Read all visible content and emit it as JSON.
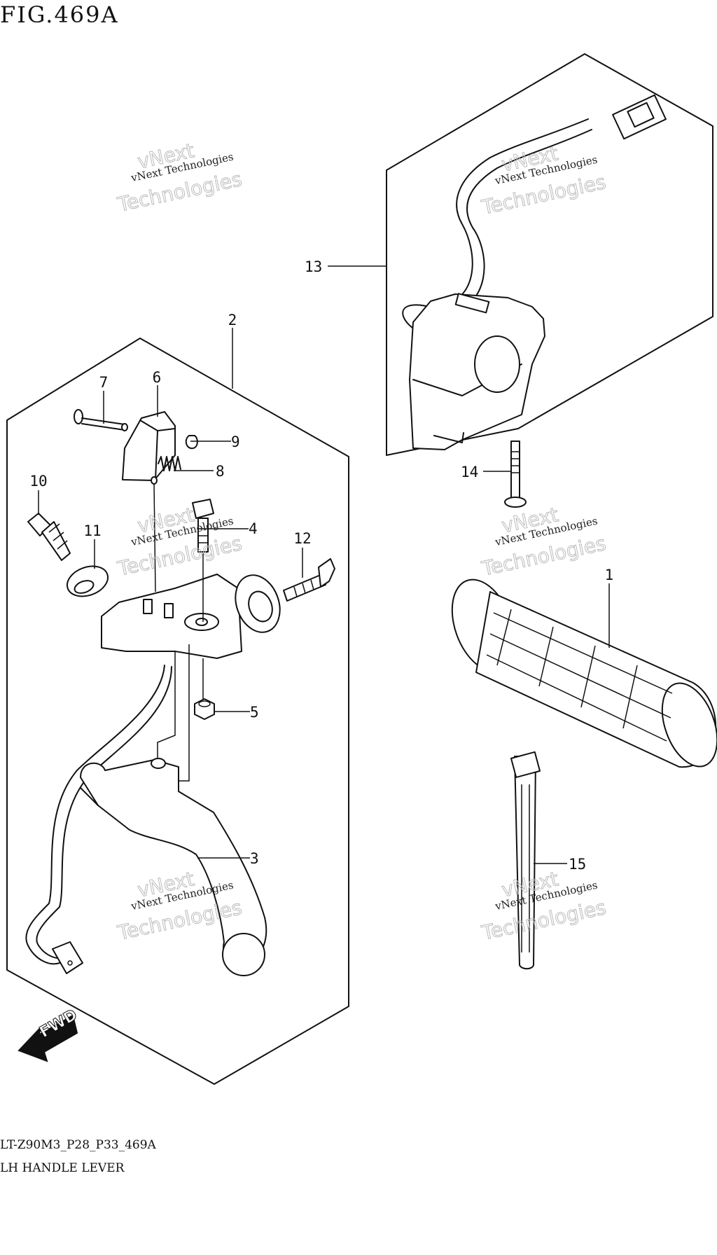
{
  "figure": {
    "title": "FIG.469A",
    "code": "LT-Z90M3_P28_P33_469A",
    "name": "LH HANDLE LEVER"
  },
  "direction_arrow": {
    "label": "FWD",
    "icon": "fwd-arrow-icon"
  },
  "watermark": {
    "line1": "vNext Technologies",
    "line2": "Technologies",
    "line3": "vNext"
  },
  "callouts": {
    "p1": "1",
    "p2": "2",
    "p3": "3",
    "p4": "4",
    "p5": "5",
    "p6": "6",
    "p7": "7",
    "p8": "8",
    "p9": "9",
    "p10": "10",
    "p11": "11",
    "p12": "12",
    "p13": "13",
    "p14": "14",
    "p15": "15"
  }
}
